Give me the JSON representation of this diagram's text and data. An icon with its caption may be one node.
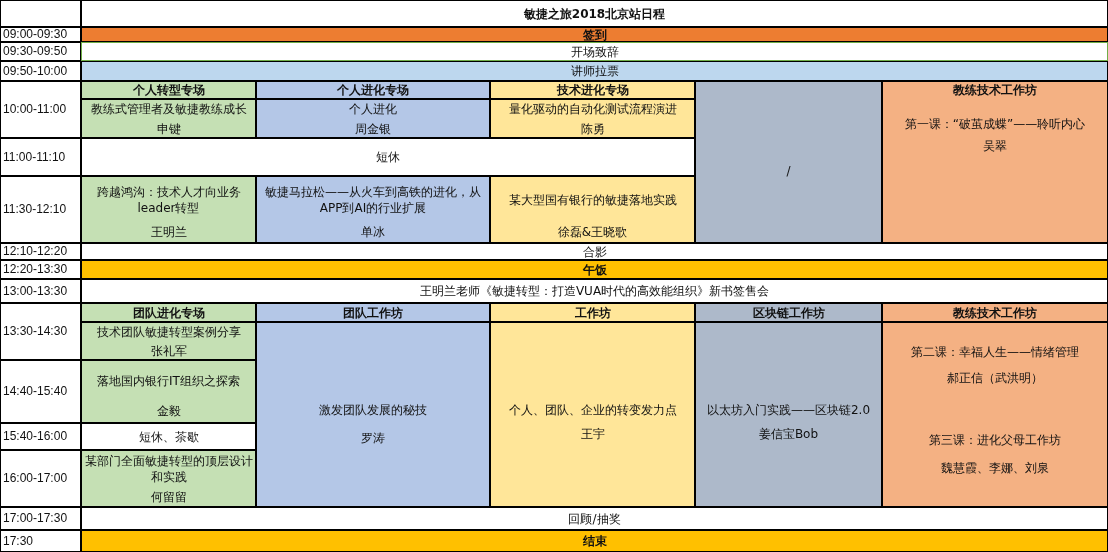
{
  "diagram": {
    "title": "敏捷之旅2018北京站日程",
    "labels": [
      "09:00-09:30",
      "签到",
      "09:30-09:50",
      "开场致辞",
      "09:50-10:00",
      "讲师拉票",
      "10:00-11:00",
      "个人转型专场",
      "个人进化专场",
      "技术进化专场",
      "教练技术工作坊",
      "教练式管理者及敏捷教练成长",
      "申键",
      "个人进化",
      "周金银",
      "量化驱动的自动化测试流程演进",
      "陈勇",
      "/",
      "第一课：“破茧成蝶”——聆听内心",
      "吴翠",
      "11:00-11:10",
      "短休",
      "11:30-12:10",
      "跨越鸿沟：技术人才向业务leader转型",
      "王明兰",
      "敏捷马拉松——从火车到高铁的进化，从APP到AI的行业扩展",
      "单冰",
      "某大型国有银行的敏捷落地实践",
      "徐磊&王晓歌",
      "12:10-12:20",
      "合影",
      "12:20-13:30",
      "午饭",
      "13:00-13:30",
      "王明兰老师《敏捷转型：打造VUA时代的高效能组织》新书签售会",
      "13:30-14:30",
      "团队进化专场",
      "团队工作坊",
      "工作坊",
      "区块链工作坊",
      "教练技术工作坊",
      "技术团队敏捷转型案例分享",
      "张礼军",
      "激发团队发展的秘技",
      "罗涛",
      "个人、团队、企业的转变发力点",
      "王宇",
      "以太坊入门实践——区块链2.0",
      "姜信宝Bob",
      "第二课：幸福人生——情绪管理",
      "郝正信（武洪明）",
      "第三课：进化父母工作坊",
      "魏慧霞、李娜、刘泉",
      "14:40-15:40",
      "落地国内银行IT组织之探索",
      "金毅",
      "15:40-16:00",
      "短休、茶歇",
      "16:00-17:00",
      "某部门全面敏捷转型的顶层设计和实践",
      "何留留",
      "17:00-17:30",
      "回顾/抽奖",
      "17:30",
      "结束"
    ]
  }
}
